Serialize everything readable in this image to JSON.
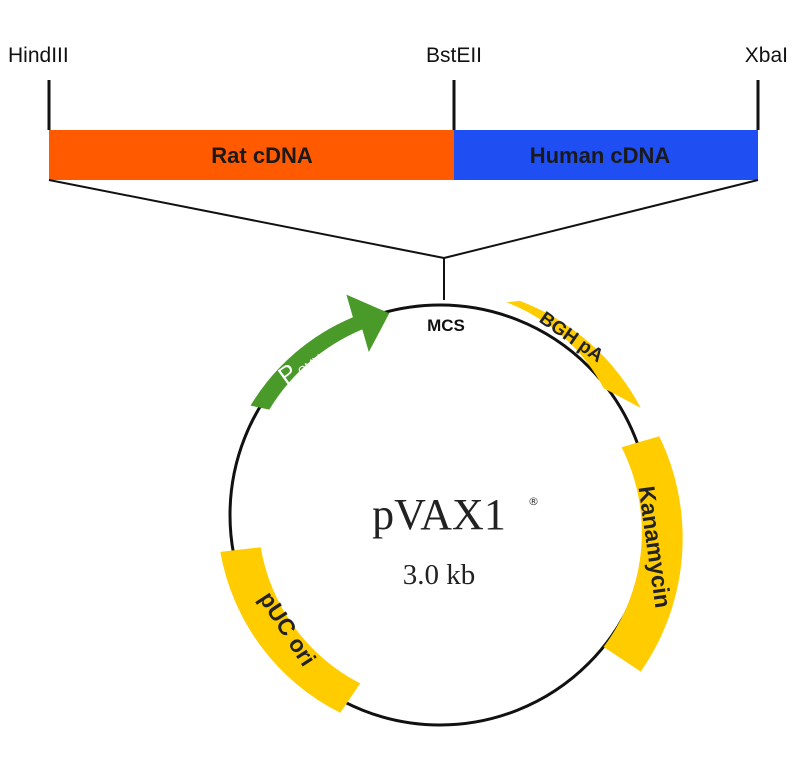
{
  "insert": {
    "sites": {
      "left": "HindIII",
      "middle": "BstEII",
      "right": "XbaI"
    },
    "segments": [
      {
        "label": "Rat cDNA",
        "color": "#ff5a00"
      },
      {
        "label": "Human cDNA",
        "color": "#1f4ff2"
      }
    ],
    "mcs_label": "MCS"
  },
  "plasmid": {
    "name": "pVAX1",
    "registered_mark": "®",
    "size": "3.0 kb",
    "features": {
      "promoter": {
        "main": "P",
        "sub": "CMV",
        "color": "#4a9a2a"
      },
      "bgh": {
        "label": "BGH pA",
        "color": "#ffcc00"
      },
      "kanamycin": {
        "label": "Kanamycin",
        "color": "#ffcc00"
      },
      "puc": {
        "label": "pUC ori",
        "color": "#ffcc00"
      }
    }
  }
}
